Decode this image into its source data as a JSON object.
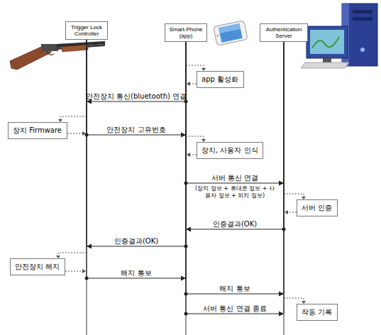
{
  "diagram": {
    "nodes": [
      {
        "text": [
          "Trigger Lock Controller"
        ]
      },
      {
        "text": [
          "Smart-Phone (app)"
        ]
      },
      {
        "text": [
          "Authentication Server"
        ]
      },
      {
        "text": [
          "app 활성화"
        ]
      },
      {
        "text": [
          "장치 Firmware"
        ]
      },
      {
        "text": [
          "장치, 사용자 인식"
        ]
      },
      {
        "text": [
          "서버 인증"
        ]
      },
      {
        "text": [
          "안전장치 해지"
        ]
      },
      {
        "text": [
          "작동 기록"
        ]
      }
    ],
    "edges": [
      {
        "from": 1,
        "to": 0,
        "label": "안전장치 통신(bluetooth) 연결",
        "arrow": "to"
      },
      {
        "from": 0,
        "to": 1,
        "label": "안전장치 고유번호",
        "arrow": "to"
      },
      {
        "from": 1,
        "to": 2,
        "label": "서버 통신 연결",
        "arrow": "to"
      },
      {
        "from": 2,
        "to": 1,
        "label": "인증결과(OK)",
        "arrow": "to"
      },
      {
        "from": 1,
        "to": 0,
        "label": "인증결과(OK)",
        "arrow": "to"
      },
      {
        "from": 0,
        "to": 1,
        "label": "해지 통보",
        "arrow": "to"
      },
      {
        "from": 1,
        "to": 2,
        "label": "해지 통보",
        "arrow": "to"
      },
      {
        "from": 1,
        "to": 2,
        "label": "서버 통신 연결 종료",
        "arrow": "to"
      }
    ],
    "labels": [
      "(장치 정보 + 휴대폰 정보 + 사용자 정보 + 위치 정보)"
    ]
  }
}
